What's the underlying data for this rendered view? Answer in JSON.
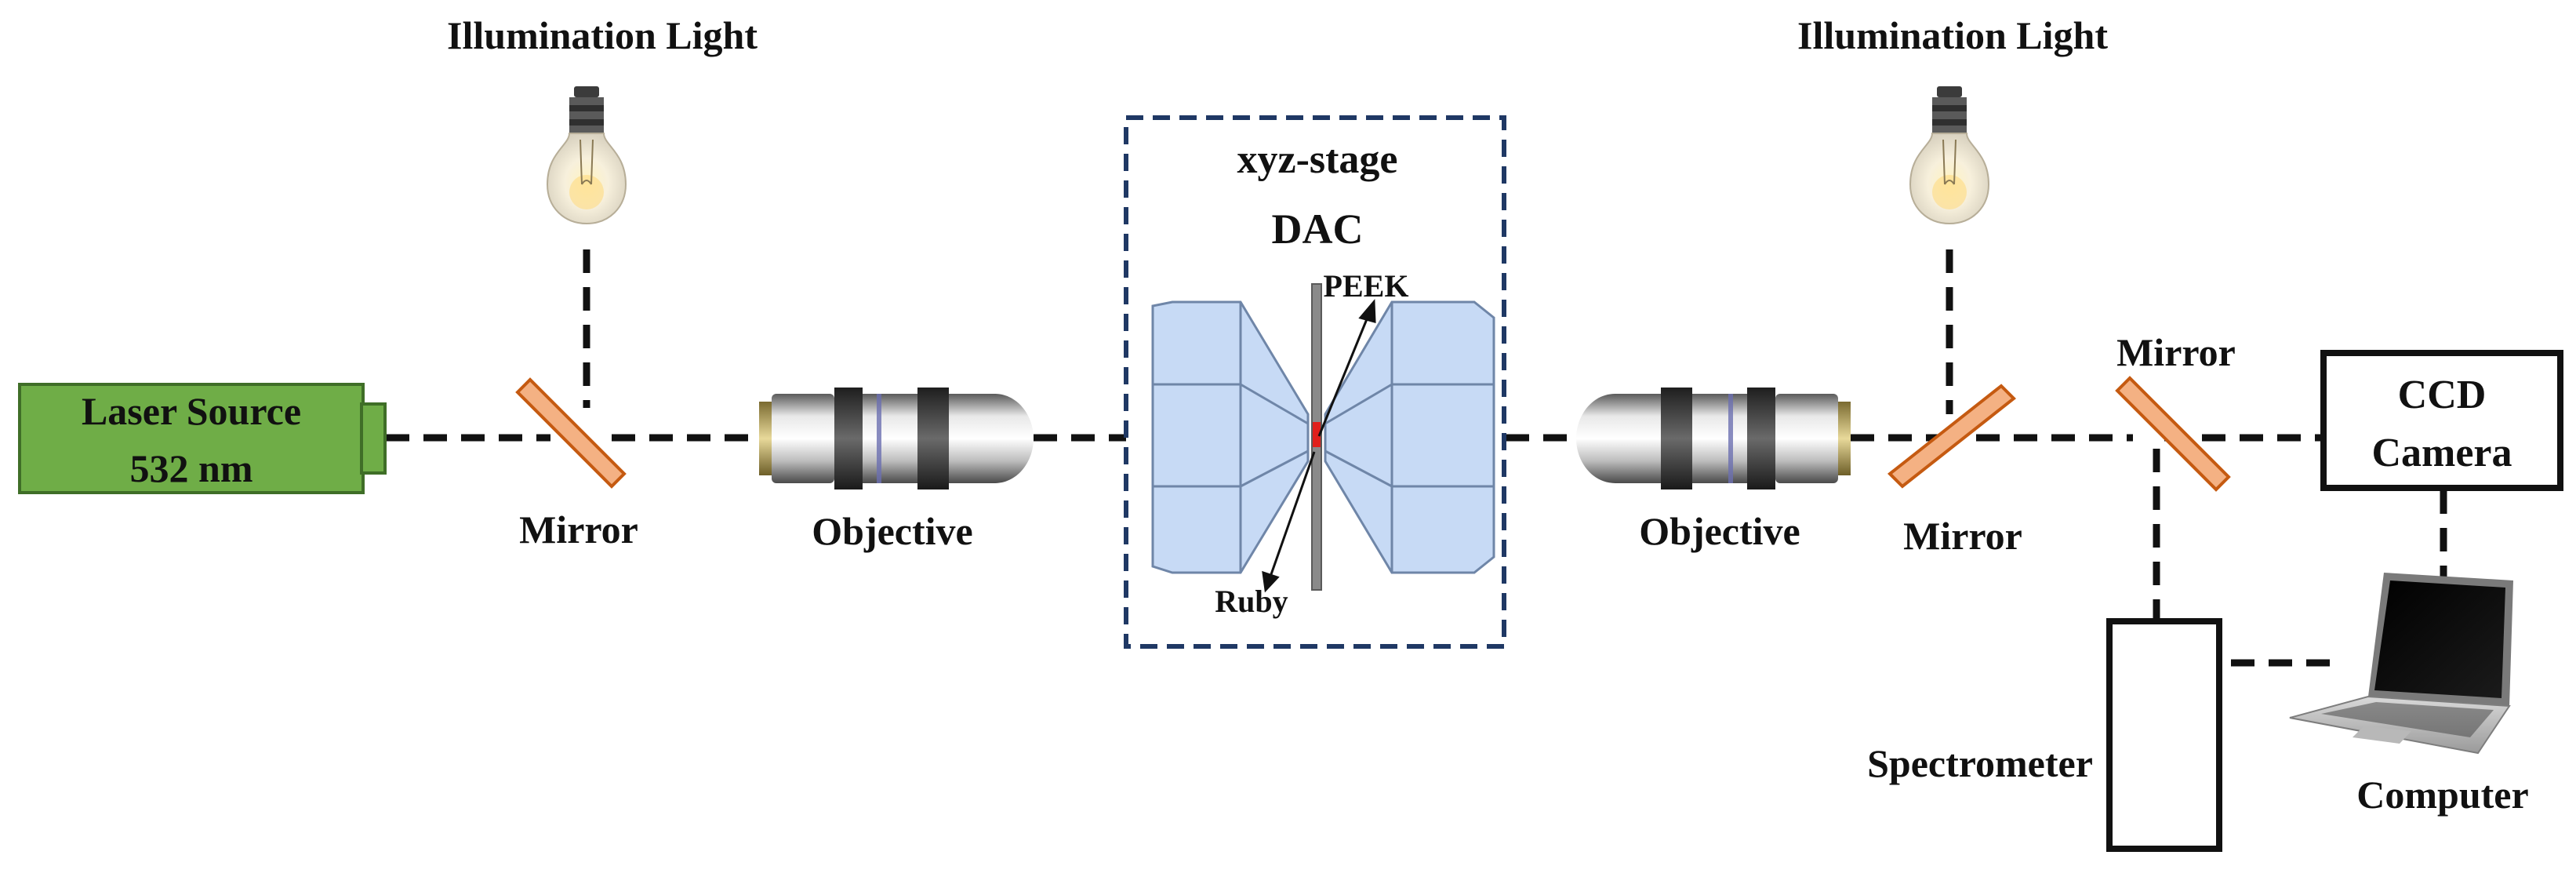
{
  "labels": {
    "illumination_left": "Illumination Light",
    "illumination_right": "Illumination Light",
    "laser_line1": "Laser Source",
    "laser_line2": "532 nm",
    "mirror_1": "Mirror",
    "objective_1": "Objective",
    "stage": "xyz-stage",
    "dac": "DAC",
    "peek": "PEEK",
    "ruby": "Ruby",
    "objective_2": "Objective",
    "mirror_2": "Mirror",
    "mirror_3": "Mirror",
    "ccd_line1": "CCD",
    "ccd_line2": "Camera",
    "spectrometer": "Spectrometer",
    "computer": "Computer"
  },
  "colors": {
    "laser_fill": "#6fad47",
    "laser_stroke": "#3f6e27",
    "mirror_fill": "#f4b183",
    "mirror_stroke": "#c55a11",
    "diamond_fill": "#c7daf5",
    "diamond_stroke": "#6f86a8",
    "stage_border": "#1f3864",
    "ruby": "#e0201b",
    "line": "#111111"
  },
  "icons": [
    "light-bulb-icon",
    "objective-lens-icon",
    "laptop-icon"
  ]
}
